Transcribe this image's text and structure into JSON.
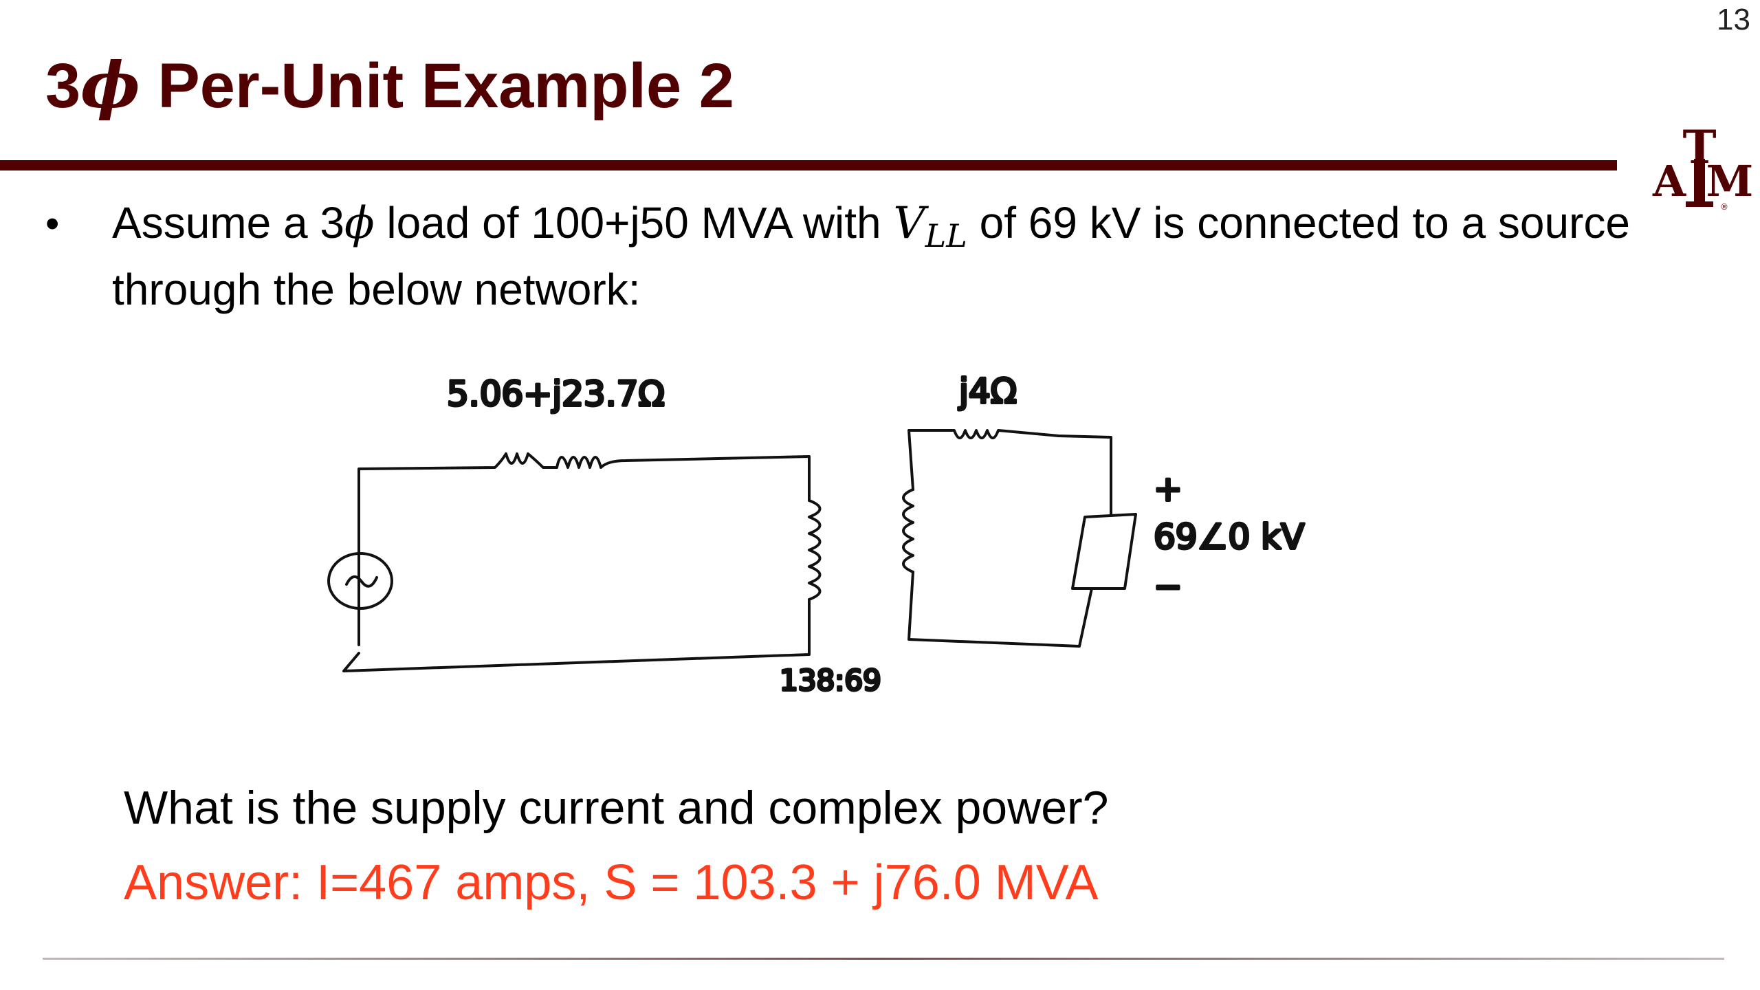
{
  "page_number": "13",
  "title": {
    "prefix": "3",
    "symbol": "ϕ",
    "rest": " Per-Unit Example 2"
  },
  "bullet": {
    "part1": "Assume a 3",
    "symbol": "ϕ",
    "part2": " load of 100+j50 MVA with ",
    "var": "V",
    "var_sub": "LL",
    "part3": " of 69 kV is connected to a source through the below network:"
  },
  "diagram": {
    "line_impedance": "5.06+j23.7Ω",
    "load_side_reactance": "j4Ω",
    "plus_sign": "+",
    "load_voltage": "69∠0 kV",
    "minus_sign": "−",
    "turns_ratio": "138:69",
    "source_symbol": "~"
  },
  "question": "What is the supply current and complex power?",
  "answer": "Answer: I=467 amps, S = 103.3 + j76.0 MVA",
  "colors": {
    "maroon": "#500000",
    "answer_red": "#ff3c1c"
  },
  "logo": {
    "top_letter": "T",
    "left_letter": "A",
    "right_letter": "M",
    "mark": "®"
  }
}
